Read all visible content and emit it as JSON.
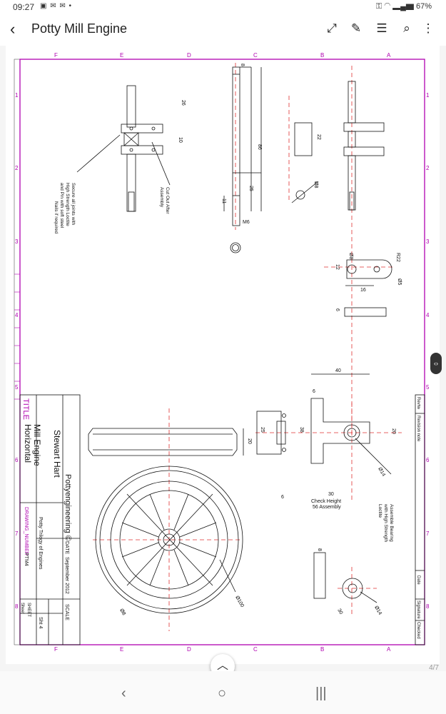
{
  "status_bar": {
    "time": "09:27",
    "battery": "67%"
  },
  "app_bar": {
    "title": "Potty Mill Engine"
  },
  "drawing": {
    "grid_cols": [
      "F",
      "E",
      "D",
      "C",
      "B",
      "A"
    ],
    "grid_rows": [
      "1",
      "2",
      "3",
      "4",
      "5",
      "6",
      "7",
      "8"
    ],
    "title_label": "TITLE",
    "title_line1": "Horizontal",
    "title_line2": "Mill Engine",
    "author": "Stewart Hart",
    "company": "Pottyengineering ©",
    "drawing_number_label": "DRAWING_NUMBER",
    "drawing_number": "PTM4",
    "project": "Potty Trilogy of Engines",
    "date_label": "DATE",
    "date": "September 2012",
    "scale_label": "SCALE",
    "sheet_label": "Sheet",
    "sheet_label2": "SHEET",
    "sheet_value": "Sht 4",
    "rev_header": [
      "Rev№",
      "Revision note",
      "Date",
      "Signature",
      "Checked"
    ],
    "notes": {
      "secure": [
        "Secure all joints with",
        "High Strength Loctite",
        "and Pin with soft steel",
        "Nails if required"
      ],
      "cut_out": [
        "Cut Out After",
        "Assembly"
      ],
      "check_height": [
        "Check Height",
        "56 Assembly"
      ],
      "assemble": [
        "Assemble Bearing",
        "with High Strength",
        "Loctite"
      ]
    },
    "dims": {
      "d26": "26",
      "d10": "10",
      "d86": "86",
      "d25": "25",
      "d11": "11",
      "m6": "M6",
      "d22": "22",
      "d58": "Ø8",
      "d18": "Ø8",
      "d22r": "R22",
      "d5": "Ø5",
      "d12": "12",
      "d16": "16",
      "d6a": "6",
      "d40": "40",
      "d6b": "6",
      "d20a": "20",
      "d25b": "25",
      "d38": "38",
      "d20b": "20",
      "d6c": "6",
      "d30": "30",
      "d14": "Ø14",
      "d8a": "8",
      "d30b": "30",
      "d14b": "Ø14",
      "d100": "Ø100",
      "d8b": "Ø8"
    }
  },
  "page_indicator": "4/7",
  "colors": {
    "border": "#b000b0",
    "center": "#e03030",
    "line": "#111111"
  }
}
